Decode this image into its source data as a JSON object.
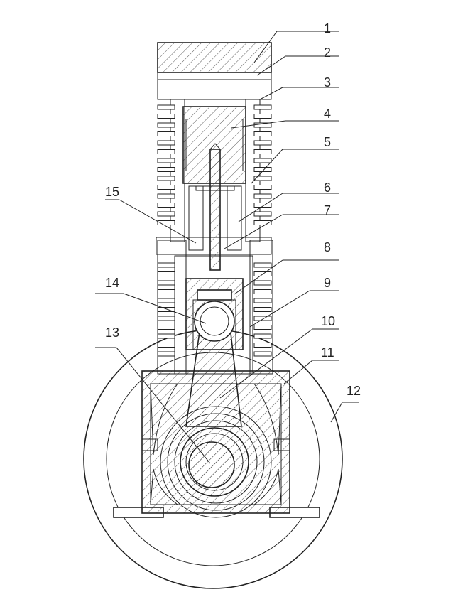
{
  "diagram": {
    "callouts": [
      "1",
      "2",
      "3",
      "4",
      "5",
      "6",
      "7",
      "8",
      "9",
      "10",
      "11",
      "12",
      "13",
      "14",
      "15"
    ]
  },
  "colors": {
    "ink": "#222222",
    "paper": "#ffffff"
  }
}
